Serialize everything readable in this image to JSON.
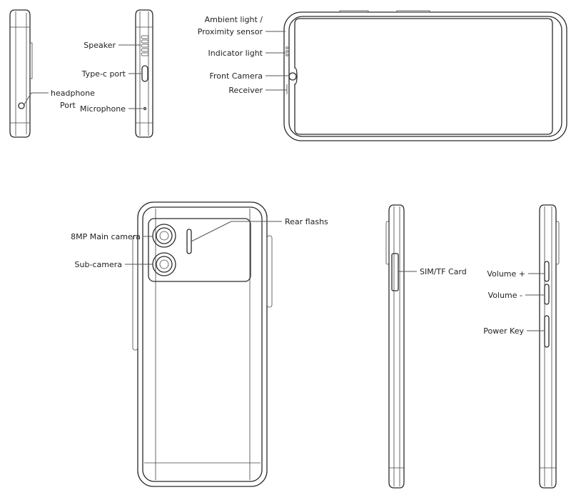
{
  "labels": {
    "headphone_line1": "headphone",
    "headphone_line2": "Port",
    "speaker": "Speaker",
    "typec": "Type-c port",
    "microphone": "Microphone",
    "ambient_line1": "Ambient light /",
    "ambient_line2": "Proximity sensor",
    "indicator": "Indicator light",
    "front_camera": "Front Camera",
    "receiver": "Receiver",
    "main_camera": "8MP Main camera",
    "sub_camera": "Sub-camera",
    "rear_flash": "Rear flashs",
    "sim_card": "SIM/TF Card",
    "volume_up": "Volume +",
    "volume_down": "Volume -",
    "power_key": "Power Key"
  }
}
